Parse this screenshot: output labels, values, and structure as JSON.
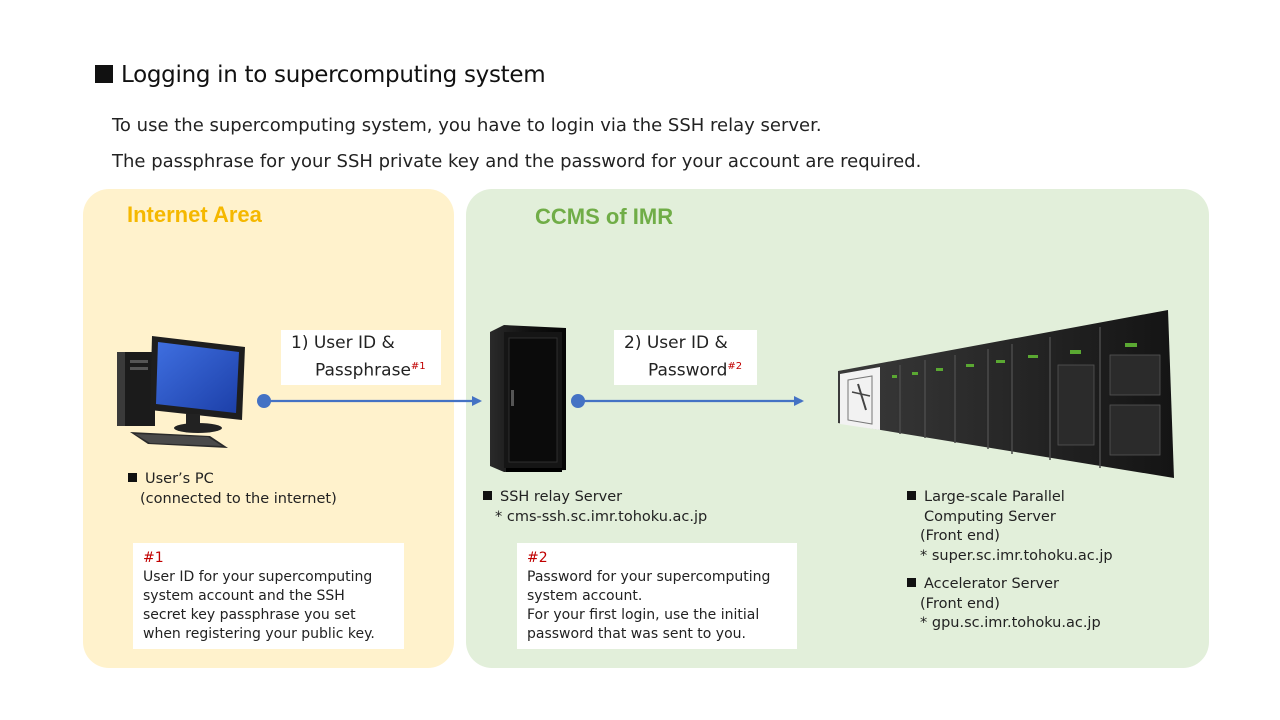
{
  "title": "Logging in to supercomputing system",
  "intro": [
    "To use the supercomputing system, you have to login via the SSH relay server.",
    "The passphrase for your SSH private key and the password for your account are required."
  ],
  "areas": {
    "internet": "Internet Area",
    "ccms": "CCMS of IMR"
  },
  "arrows": {
    "step1": {
      "line1": "1) User ID &",
      "line2": "Passphrase",
      "ref": "#1"
    },
    "step2": {
      "line1": "2) User ID &",
      "line2": "Password",
      "ref": "#2"
    }
  },
  "nodes": {
    "pc": {
      "name": "User’s PC",
      "detail": "(connected to the internet)"
    },
    "ssh": {
      "name": "SSH relay Server",
      "host": "* cms-ssh.sc.imr.tohoku.ac.jp"
    },
    "lsp": {
      "name1": "Large-scale Parallel",
      "name2": "Computing Server",
      "detail": "(Front end)",
      "host": "* super.sc.imr.tohoku.ac.jp"
    },
    "acc": {
      "name": "Accelerator Server",
      "detail": "(Front end)",
      "host": "* gpu.sc.imr.tohoku.ac.jp"
    }
  },
  "notes": {
    "n1": {
      "ref": "#1",
      "lines": [
        "User ID for your supercomputing",
        "system account and the SSH",
        "secret key passphrase you set",
        "when registering your public key."
      ]
    },
    "n2": {
      "ref": "#2",
      "lines": [
        "Password for your supercomputing",
        "system account.",
        "For your first login, use the initial",
        "password that was sent to you."
      ]
    }
  },
  "colors": {
    "internet_panel": "#fff2cc",
    "ccms_panel": "#e2efda",
    "internet_title": "#f5b800",
    "ccms_title": "#70ad47",
    "arrow": "#4472c4",
    "ref_red": "#c00000"
  }
}
